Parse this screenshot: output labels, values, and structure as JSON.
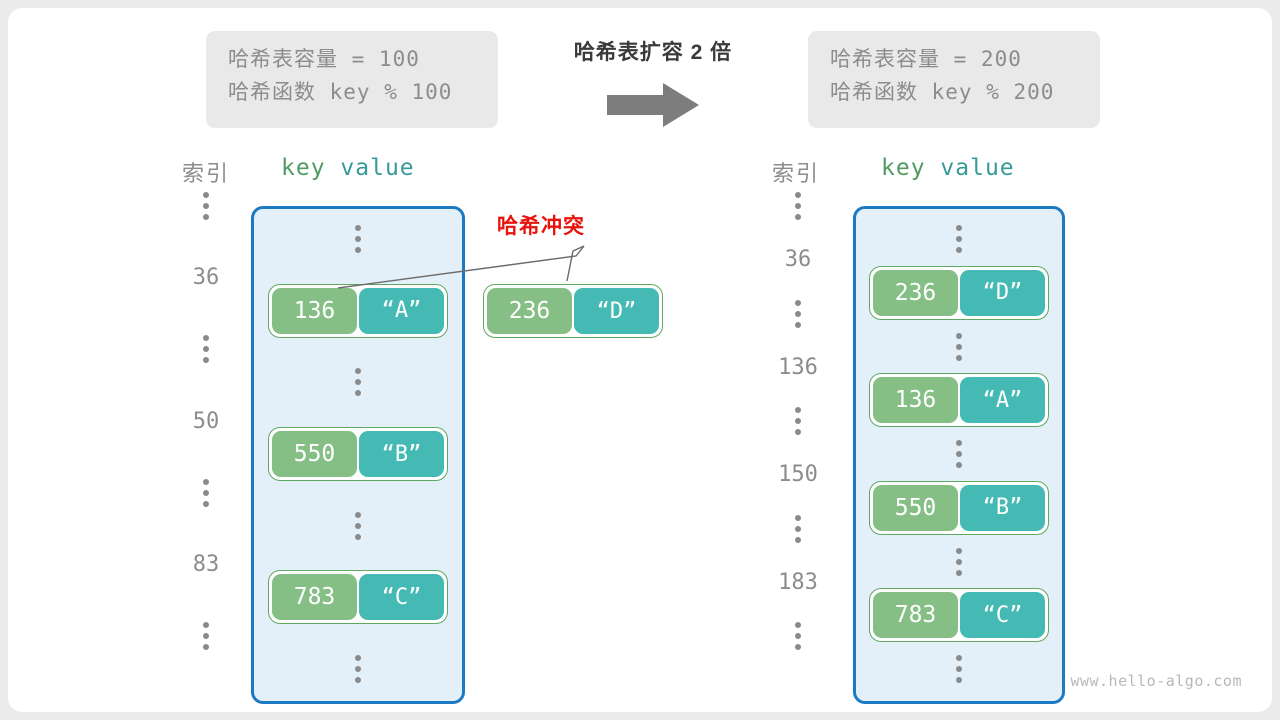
{
  "left_panel": {
    "capacity_label": "哈希表容量",
    "capacity_text": "哈希表容量 = 100",
    "hashfunc_text": "哈希函数 key % 100",
    "capacity": 100,
    "hash_function": "key % 100"
  },
  "right_panel": {
    "capacity_text": "哈希表容量 = 200",
    "hashfunc_text": "哈希函数 key % 200",
    "capacity": 200,
    "hash_function": "key % 200"
  },
  "transition": {
    "title": "哈希表扩容 2 倍",
    "arrow_icon": "arrow-right-icon",
    "factor": 2
  },
  "headers": {
    "index": "索引",
    "key": "key",
    "value": "value"
  },
  "colors": {
    "bucket_border": "#1b7ac2",
    "bucket_fill": "#e3f0fa",
    "key_cell": "#85bf85",
    "value_cell": "#45bab4",
    "entry_border": "#5fa860",
    "index_text": "#8c8c8c",
    "key_header": "#4f9b62",
    "value_header": "#389a98",
    "collision_red": "#e8130d",
    "info_box": "#e9e9e9",
    "arrow_gray": "#7d7d7d"
  },
  "left_table": {
    "rows": [
      {
        "index": "⋮",
        "is_dots": true,
        "key": "",
        "value": ""
      },
      {
        "index": "36",
        "is_dots": false,
        "key": "136",
        "value": "“A”"
      },
      {
        "index": "⋮",
        "is_dots": true,
        "key": "",
        "value": ""
      },
      {
        "index": "50",
        "is_dots": false,
        "key": "550",
        "value": "“B”"
      },
      {
        "index": "⋮",
        "is_dots": true,
        "key": "",
        "value": ""
      },
      {
        "index": "83",
        "is_dots": false,
        "key": "783",
        "value": "“C”"
      },
      {
        "index": "⋮",
        "is_dots": true,
        "key": "",
        "value": ""
      }
    ]
  },
  "right_table": {
    "rows": [
      {
        "index": "⋮",
        "is_dots": true,
        "key": "",
        "value": ""
      },
      {
        "index": "36",
        "is_dots": false,
        "key": "236",
        "value": "“D”"
      },
      {
        "index": "⋮",
        "is_dots": true,
        "key": "",
        "value": ""
      },
      {
        "index": "136",
        "is_dots": false,
        "key": "136",
        "value": "“A”"
      },
      {
        "index": "⋮",
        "is_dots": true,
        "key": "",
        "value": ""
      },
      {
        "index": "150",
        "is_dots": false,
        "key": "550",
        "value": "“B”"
      },
      {
        "index": "⋮",
        "is_dots": true,
        "key": "",
        "value": ""
      },
      {
        "index": "183",
        "is_dots": false,
        "key": "783",
        "value": "“C”"
      },
      {
        "index": "⋮",
        "is_dots": true,
        "key": "",
        "value": ""
      }
    ]
  },
  "collision": {
    "label": "哈希冲突",
    "entry": {
      "key": "236",
      "value": "“D”"
    }
  },
  "watermark": "www.hello-algo.com"
}
